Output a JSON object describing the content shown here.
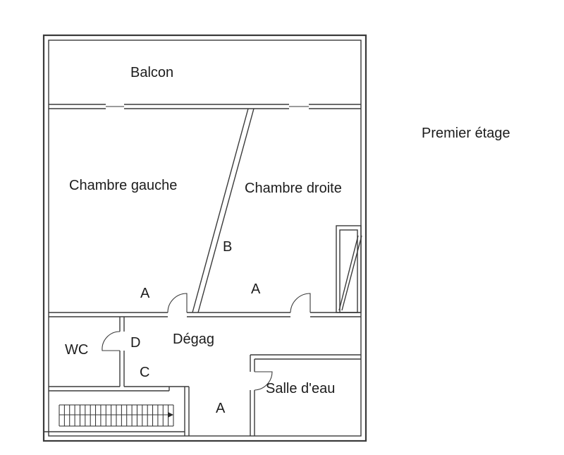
{
  "floor_title": "Premier étage",
  "rooms": {
    "balcon": "Balcon",
    "chambre_gauche": "Chambre gauche",
    "chambre_droite": "Chambre droite",
    "wc": "WC",
    "degag": "Dégag",
    "salle_eau": "Salle d'eau"
  },
  "markers": {
    "a_left": "A",
    "a_right": "A",
    "a_bottom": "A",
    "b": "B",
    "c": "C",
    "d": "D"
  }
}
